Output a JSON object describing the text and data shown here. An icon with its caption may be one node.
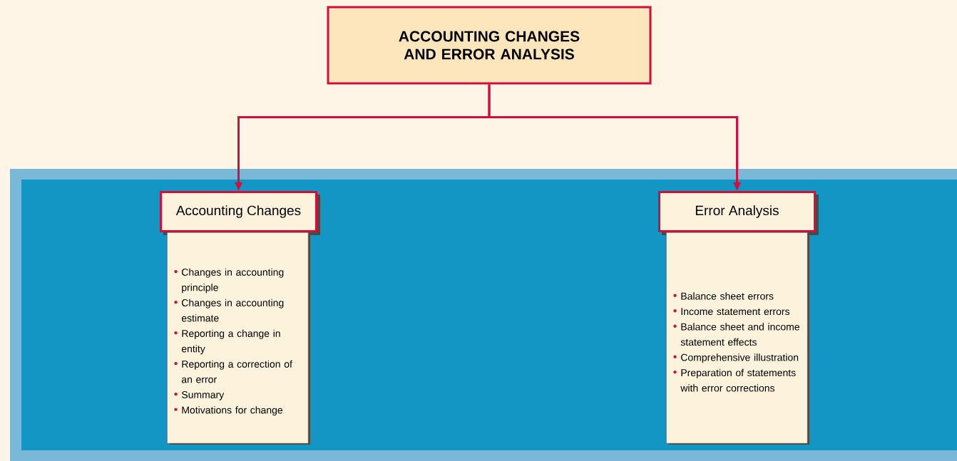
{
  "diagram": {
    "nodes": [
      {
        "text": [
          "ACCOUNTING CHANGES AND ERROR ANALYSIS"
        ]
      },
      {
        "text": [],
        "shape": "box"
      },
      {
        "text": [
          "Accounting Changes"
        ],
        "in": 1
      },
      {
        "text": [
          "Changes in accounting principle",
          "Changes in accounting estimate",
          "Reporting a change in entity",
          "Reporting a correction of an error",
          "Summary",
          "Motivations for change"
        ],
        "in": 1
      },
      {
        "text": [
          "Error Analysis"
        ],
        "in": 1
      },
      {
        "text": [
          "Balance sheet errors",
          "Income statement errors",
          "Balance sheet and income statement effects",
          "Comprehensive illustration",
          "Preparation of statements with error corrections"
        ],
        "in": 1
      }
    ],
    "edges": [
      {
        "from": 0,
        "to": 2,
        "arrow": "to"
      },
      {
        "from": 0,
        "to": 4,
        "arrow": "to"
      }
    ]
  }
}
